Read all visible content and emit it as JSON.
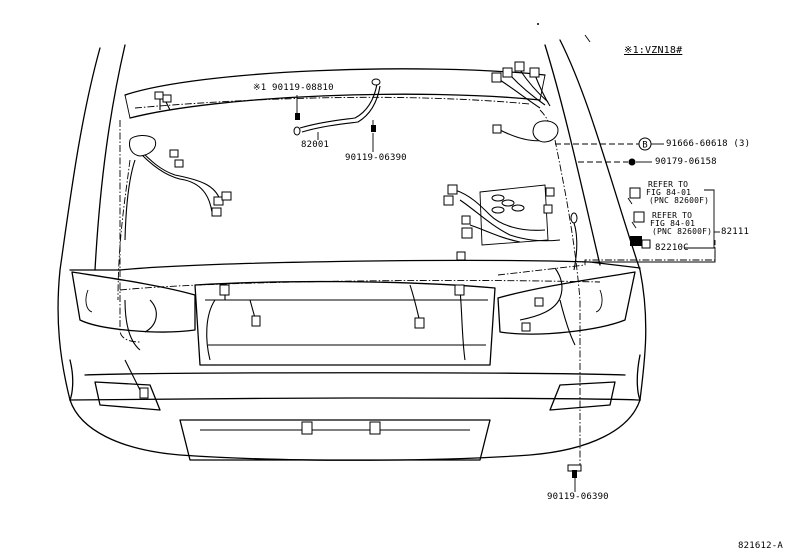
{
  "note_vehicle": "※1:VZN18#",
  "bolt_note": "※1 90119-08810",
  "part_82001": "82001",
  "part_90119_06390_top": "90119-06390",
  "callout_b_letter": "B",
  "part_91666": "91666-60618 (3)",
  "part_90179": "90179-06158",
  "refer_1": {
    "line1": "REFER TO",
    "line2": "FIG 84-01",
    "line3": "(PNC 82600F)"
  },
  "refer_2": {
    "line1": "REFER TO",
    "line2": "FIG 84-01",
    "line3": "(PNC 82600F)"
  },
  "part_82111": "82111",
  "part_82210c": "82210C",
  "part_90119_06390_bottom": "90119-06390",
  "figure_id": "821612-A"
}
